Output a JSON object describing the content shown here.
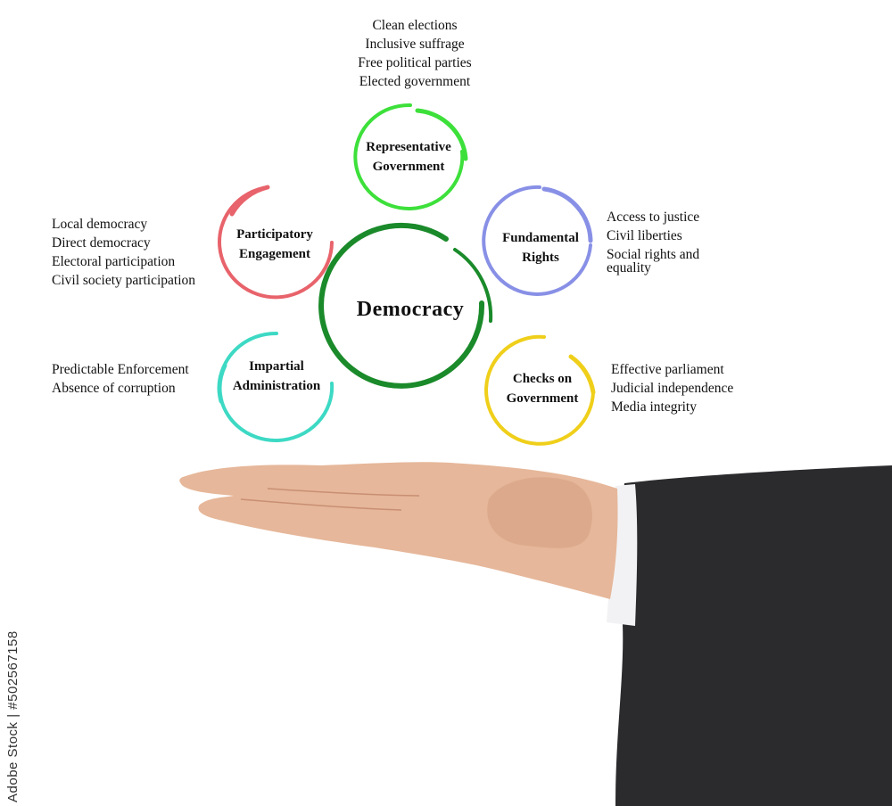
{
  "diagram": {
    "center": {
      "label": "Democracy",
      "color": "#1a8a2a"
    },
    "nodes": [
      {
        "id": "representative",
        "label_line1": "Representative",
        "label_line2": "Government",
        "color": "#3de03a",
        "items": [
          "Clean elections",
          "Inclusive suffrage",
          "Free political parties",
          "Elected government"
        ]
      },
      {
        "id": "participatory",
        "label_line1": "Participatory",
        "label_line2": "Engagement",
        "color": "#e8636b",
        "items": [
          "Local democracy",
          "Direct democracy",
          "Electoral participation",
          "Civil society participation"
        ]
      },
      {
        "id": "fundamental",
        "label_line1": "Fundamental",
        "label_line2": "Rights",
        "color": "#8890e6",
        "items": [
          "Access to justice",
          "Civil liberties",
          "Social rights and equality"
        ]
      },
      {
        "id": "impartial",
        "label_line1": "Impartial",
        "label_line2": "Administration",
        "color": "#3dd9c4",
        "items": [
          "Predictable Enforcement",
          "Absence of corruption"
        ]
      },
      {
        "id": "checks",
        "label_line1": "Checks on",
        "label_line2": "Government",
        "color": "#efcf1a",
        "items": [
          "Effective parliament",
          "Judicial independence",
          "Media integrity"
        ]
      }
    ]
  },
  "photo": {
    "skin_color": "#e6b79a",
    "sleeve_color": "#2b2b2e",
    "cuff_color": "#f2f2f4"
  },
  "stock_id": "Adobe Stock | #502567158"
}
